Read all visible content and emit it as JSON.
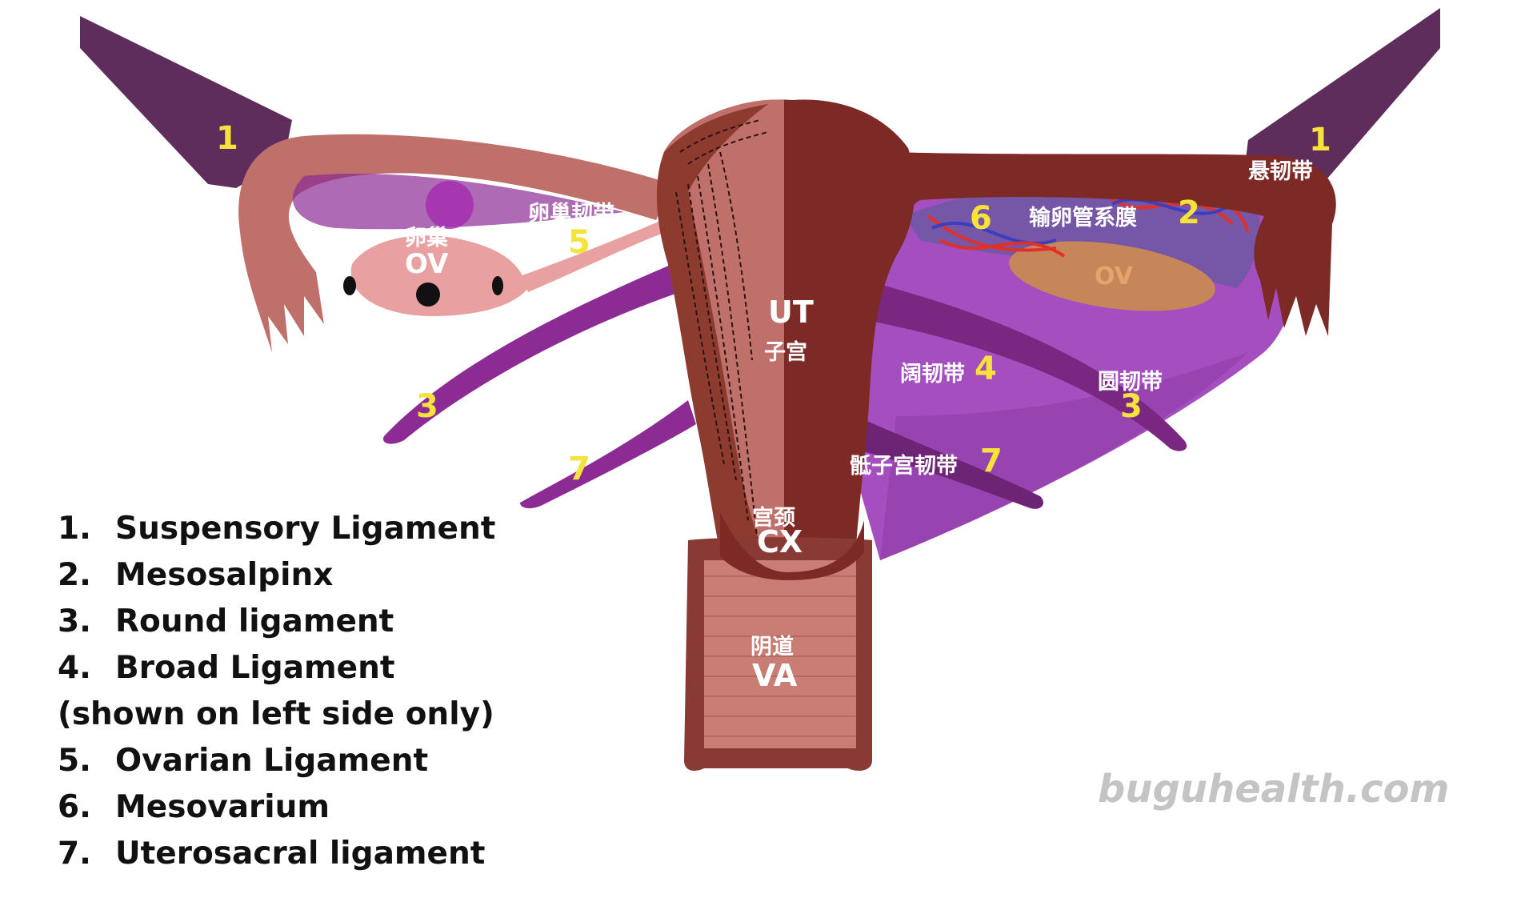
{
  "labels": {
    "num_1": "1",
    "num_2": "2",
    "num_3": "3",
    "num_4": "4",
    "num_5": "5",
    "num_6": "6",
    "num_7": "7",
    "zh_ovary": "卵巢",
    "ab_ovary": "OV",
    "zh_ovarian_ligament": "卵巢韧带",
    "ab_uterus": "UT",
    "zh_uterus": "子宫",
    "zh_cervix": "宫颈",
    "ab_cervix": "CX",
    "zh_vagina": "阴道",
    "ab_vagina": "VA",
    "zh_suspensory": "悬韧带",
    "zh_mesosalpinx": "输卵管系膜",
    "zh_broad": "阔韧带",
    "zh_round": "圆韧带",
    "zh_uterosacral": "骶子宫韧带",
    "ab_ovary_right": "OV"
  },
  "legend": [
    {
      "num": "1.",
      "text": "Suspensory Ligament"
    },
    {
      "num": "2.",
      "text": "Mesosalpinx"
    },
    {
      "num": "3.",
      "text": "Round ligament"
    },
    {
      "num": "4.",
      "text": "Broad Ligament"
    },
    {
      "num": "",
      "text": "(shown on left side only)"
    },
    {
      "num": "5.",
      "text": "Ovarian Ligament"
    },
    {
      "num": "6.",
      "text": "Mesovarium"
    },
    {
      "num": "7.",
      "text": "Uterosacral ligament"
    }
  ],
  "watermark": "buguhealth.com",
  "colors": {
    "uterus_dark": "#7d2a27",
    "uterus_light": "#c0706b",
    "ligament_dark": "#5e2d5c",
    "ligament_purple": "#8c2b94",
    "broad_ligament": "#a54ec0",
    "ovary": "#e9a0a0",
    "label_yellow": "#f5e33a"
  }
}
